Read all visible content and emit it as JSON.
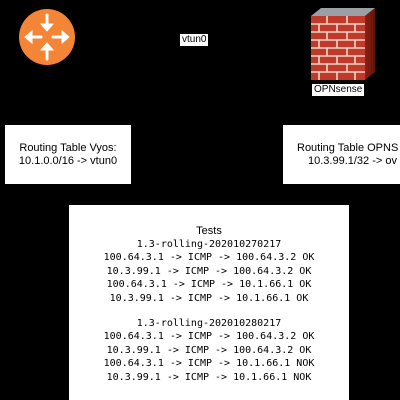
{
  "nodes": {
    "vyos_icon": "router-icon",
    "opnsense_icon": "firewall-icon",
    "opnsense_label": "OPNsense"
  },
  "tunnel": {
    "label": "vtun0"
  },
  "routing": {
    "vyos": {
      "title": "Routing Table Vyos:",
      "route": "10.1.0.0/16 -> vtun0"
    },
    "opnsense": {
      "title": "Routing Table OPNS",
      "route": "10.3.99.1/32 -> ov"
    }
  },
  "tests": {
    "title": "Tests",
    "groups": [
      {
        "version": "1.3-rolling-202010270217",
        "lines": [
          "100.64.3.1 -> ICMP -> 100.64.3.2 OK",
          "10.3.99.1 -> ICMP -> 100.64.3.2 OK",
          "100.64.3.1 -> ICMP -> 10.1.66.1 OK",
          "10.3.99.1 -> ICMP -> 10.1.66.1 OK"
        ]
      },
      {
        "version": "1.3-rolling-202010280217",
        "lines": [
          "100.64.3.1 -> ICMP -> 100.64.3.2 OK",
          "10.3.99.1 -> ICMP -> 100.64.3.2 OK",
          "100.64.3.1 -> ICMP -> 10.1.66.1 NOK",
          "10.3.99.1 -> ICMP -> 10.1.66.1 NOK"
        ]
      }
    ]
  },
  "colors": {
    "router_orange": "#f58536",
    "brick_red": "#c0392b",
    "mortar": "#e8d9c8"
  }
}
